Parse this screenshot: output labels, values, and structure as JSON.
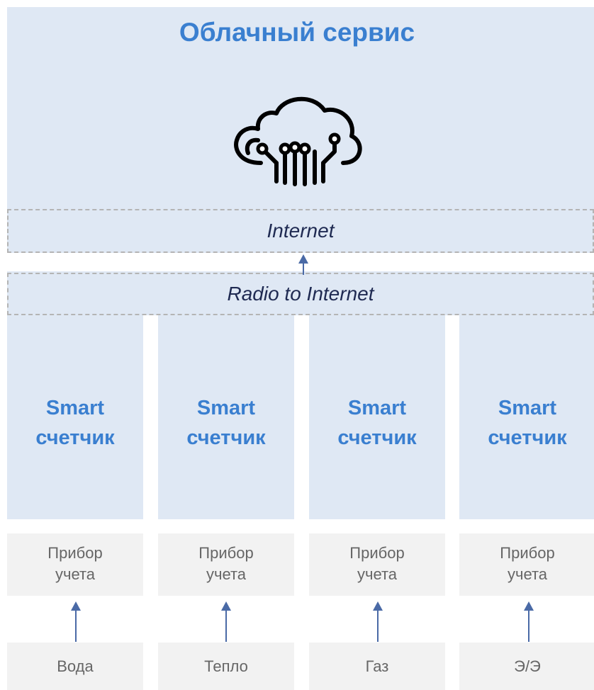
{
  "cloud": {
    "title": "Облачный сервис",
    "icon": "cloud-circuit-icon"
  },
  "bands": {
    "internet": "Internet",
    "radio": "Radio to Internet"
  },
  "smart_meter": {
    "line1": "Smart",
    "line2": "счетчик"
  },
  "columns": [
    {
      "meter_line1": "Прибор",
      "meter_line2": "учета",
      "resource": "Вода"
    },
    {
      "meter_line1": "Прибор",
      "meter_line2": "учета",
      "resource": "Тепло"
    },
    {
      "meter_line1": "Прибор",
      "meter_line2": "учета",
      "resource": "Газ"
    },
    {
      "meter_line1": "Прибор",
      "meter_line2": "учета",
      "resource": "Э/Э"
    }
  ],
  "colors": {
    "accent": "#3a7fd0",
    "panel": "#dfe8f4",
    "box": "#f2f2f2",
    "arrow": "#4a6aa6"
  }
}
